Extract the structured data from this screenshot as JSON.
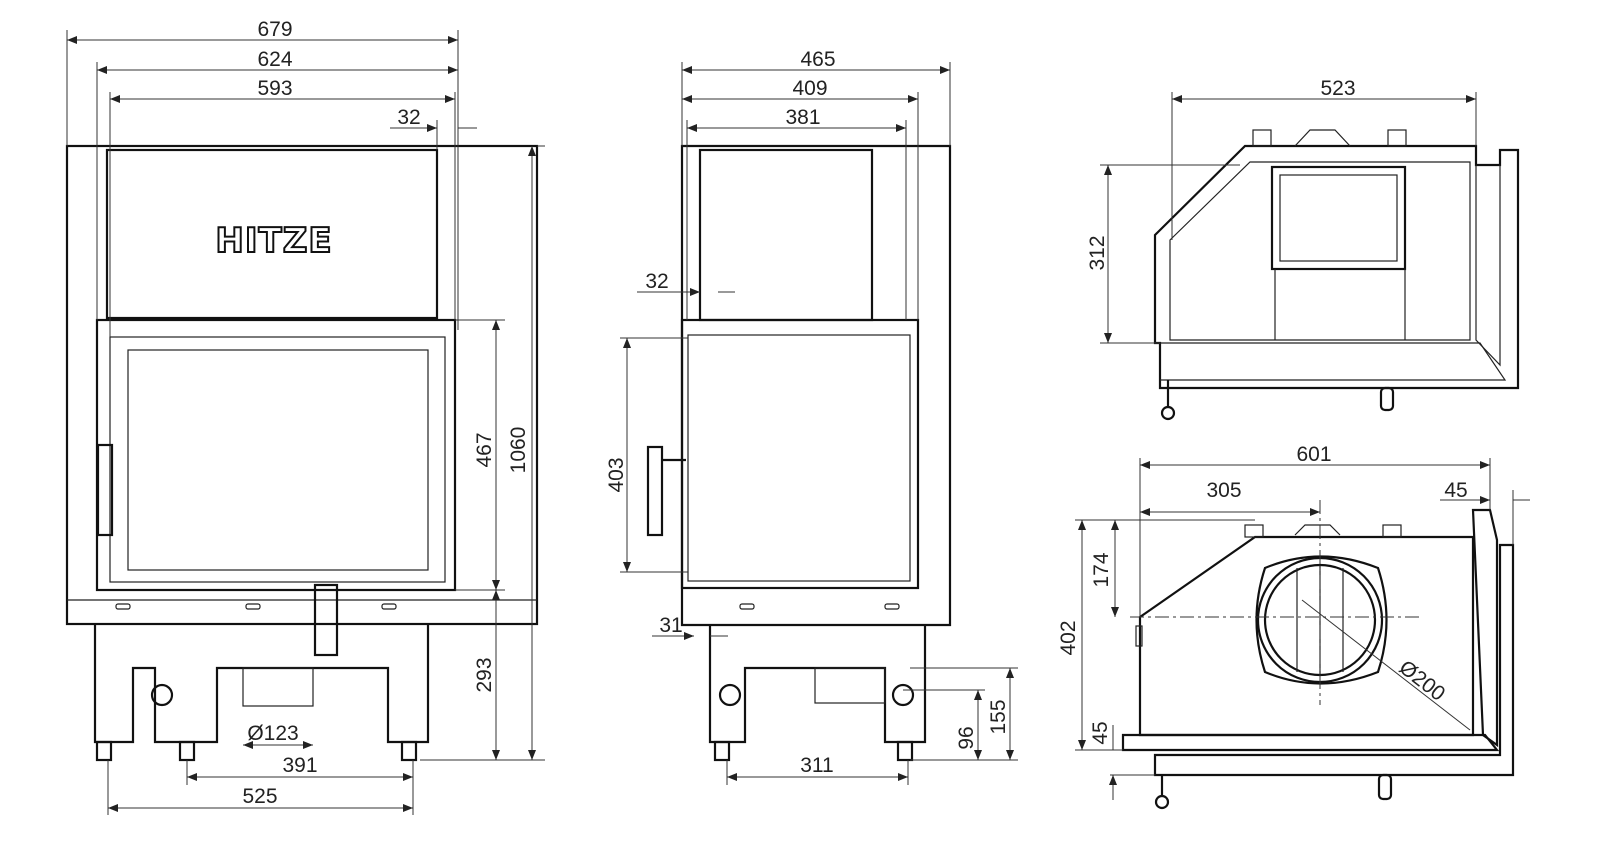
{
  "brand_logo": "HITZE",
  "front_view": {
    "dims": {
      "w679": "679",
      "w624": "624",
      "w593": "593",
      "w32": "32",
      "h1060": "1060",
      "h467": "467",
      "h293": "293",
      "d123": "Ø123",
      "w391": "391",
      "w525": "525"
    }
  },
  "side_view": {
    "dims": {
      "w465": "465",
      "w409": "409",
      "w381": "381",
      "w32": "32",
      "h403": "403",
      "w31": "31",
      "w311": "311",
      "h96": "96",
      "h155": "155"
    }
  },
  "top_view": {
    "dims": {
      "w523": "523",
      "h312": "312"
    }
  },
  "bottom_view": {
    "dims": {
      "w601": "601",
      "w305": "305",
      "w45": "45",
      "h174": "174",
      "h402": "402",
      "h45": "45",
      "d200": "Ø200"
    }
  }
}
